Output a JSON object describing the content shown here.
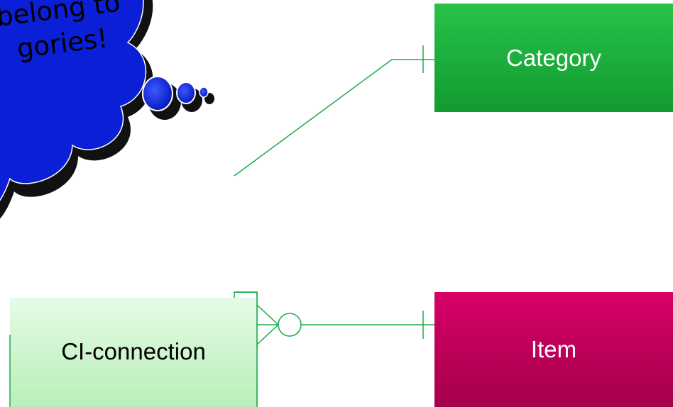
{
  "callout": {
    "lines": [
      "belong to",
      "gories!"
    ]
  },
  "entities": {
    "category": {
      "label": "Category"
    },
    "item": {
      "label": "Item"
    },
    "ci_connection": {
      "label": "CI-connection"
    }
  },
  "colors": {
    "category_fill": "#1fae3c",
    "item_fill": "#c8005e",
    "ci_connection_fill": "#ccf5cc",
    "connector_line": "#1aaa4a",
    "cloud_fill": "#0b1fd6",
    "cloud_shadow": "#111111"
  }
}
